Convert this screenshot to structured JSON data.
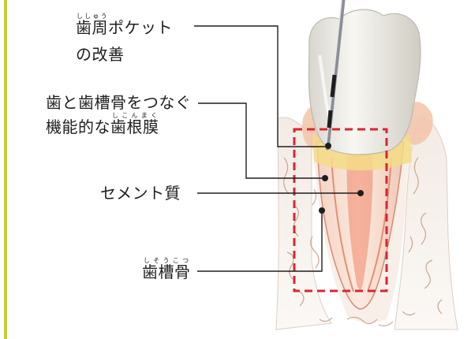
{
  "accent_color": "#c6cc3c",
  "highlight_color": "#d82632",
  "labels": {
    "pocket": {
      "kanji": "歯周",
      "ruby": "ししゅう",
      "rest": "ポケット",
      "line2": "の改善"
    },
    "ligament": {
      "line1": "歯と歯槽骨をつなぐ",
      "prefix": "機能的な",
      "kanji": "歯根膜",
      "ruby": "しこんまく"
    },
    "cementum": {
      "text": "セメント質"
    },
    "bone": {
      "kanji": "歯槽骨",
      "ruby": "しそうこつ"
    }
  },
  "icons": [
    "periodontal-probe-icon",
    "tooth-illustration"
  ]
}
